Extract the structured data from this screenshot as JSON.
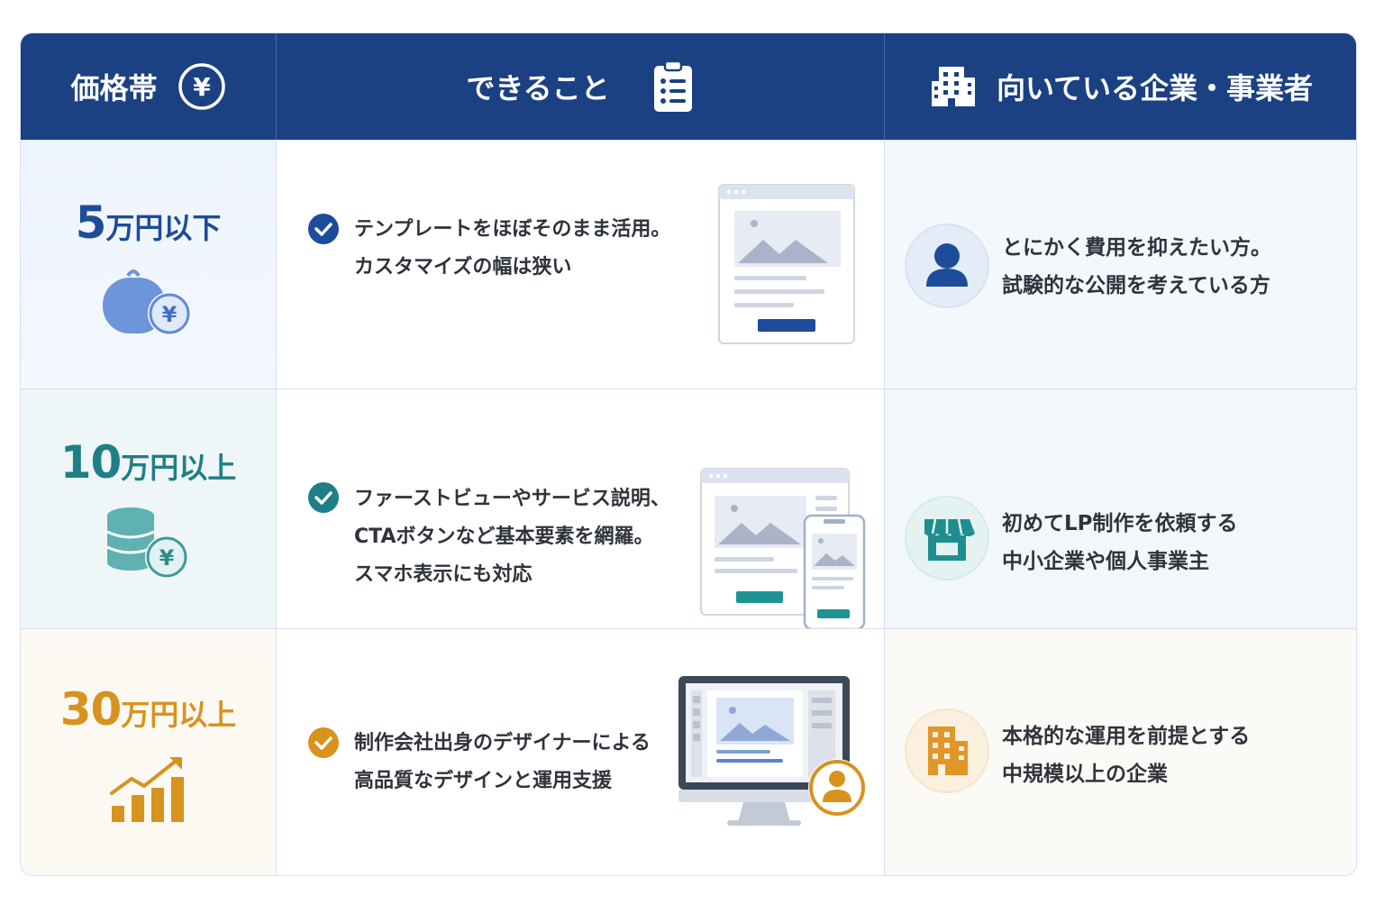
{
  "header": {
    "price_col": "価格帯",
    "can_col": "できること",
    "fit_col": "向いている企業・事業者"
  },
  "rows": [
    {
      "price_num": "5",
      "price_unit": "万円以下",
      "desc": [
        "テンプレートをほぼそのまま活用。",
        "カスタマイズの幅は狭い"
      ],
      "fit": [
        "とにかく費用を抑えたい方。",
        "試験的な公開を考えている方"
      ],
      "color": "#1d4c9a"
    },
    {
      "price_num": "10",
      "price_unit": "万円以上",
      "desc": [
        "ファーストビューやサービス説明、",
        "CTAボタンなど基本要素を網羅。",
        "スマホ表示にも対応"
      ],
      "fit": [
        "初めてLP制作を依頼する",
        "中小企業や個人事業主"
      ],
      "color": "#1e7f86"
    },
    {
      "price_num": "30",
      "price_unit": "万円以上",
      "desc": [
        "制作会社出身のデザイナーによる",
        "高品質なデザインと運用支援"
      ],
      "fit": [
        "本格的な運用を前提とする",
        "中規模以上の企業"
      ],
      "color": "#d8921e"
    }
  ],
  "icons": {
    "header_price": "yen-circle-icon",
    "header_can": "clipboard-checklist-icon",
    "header_fit": "building-icon",
    "row1_price": "coin-purse-icon",
    "row2_price": "coin-stack-icon",
    "row3_price": "growth-chart-icon",
    "row1_fit": "person-icon",
    "row2_fit": "storefront-icon",
    "row3_fit": "office-building-icon",
    "yen_glyph": "¥"
  }
}
